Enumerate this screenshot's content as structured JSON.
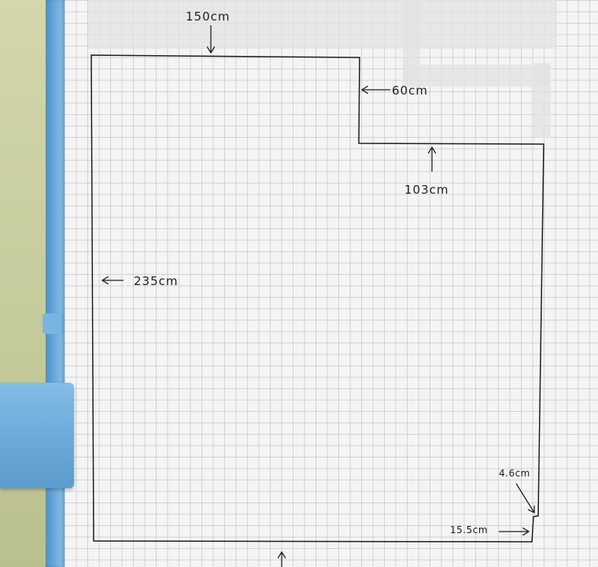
{
  "diagram": {
    "type": "hand-drawn floor plan sketch on grid paper",
    "colors": {
      "ink": "#1e1e1e",
      "paper": "#f4f4f2",
      "binder": "#7bb7e3",
      "wall": "#c9cfa3"
    },
    "dimensions": [
      {
        "id": "top-width",
        "text": "150cm"
      },
      {
        "id": "notch-width",
        "text": "60cm"
      },
      {
        "id": "right-length",
        "text": "103cm"
      },
      {
        "id": "left-length",
        "text": "235cm"
      },
      {
        "id": "small-step",
        "text": "4.6cm"
      },
      {
        "id": "bottom-offset",
        "text": "15.5cm"
      }
    ]
  }
}
